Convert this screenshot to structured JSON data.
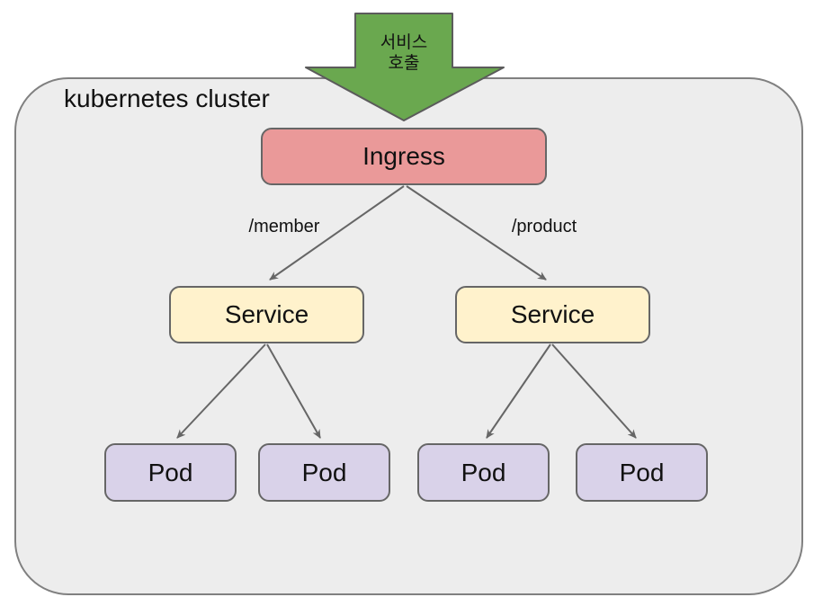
{
  "diagram": {
    "title": "kubernetes cluster",
    "entry_arrow": {
      "icon": "down-block-arrow-icon",
      "label_line1": "서비스",
      "label_line2": "호출"
    },
    "ingress": {
      "label": "Ingress"
    },
    "routes": [
      {
        "path": "/member"
      },
      {
        "path": "/product"
      }
    ],
    "services": [
      {
        "label": "Service"
      },
      {
        "label": "Service"
      }
    ],
    "pods": [
      {
        "label": "Pod"
      },
      {
        "label": "Pod"
      },
      {
        "label": "Pod"
      },
      {
        "label": "Pod"
      }
    ],
    "colors": {
      "entry_arrow_fill": "#6aa84f",
      "ingress_fill": "#ea9999",
      "service_fill": "#fff2cc",
      "pod_fill": "#d9d2e9",
      "cluster_fill": "#ededed",
      "cluster_border": "#808080",
      "node_border": "#666666",
      "connector": "#666666",
      "text": "#111111"
    }
  }
}
